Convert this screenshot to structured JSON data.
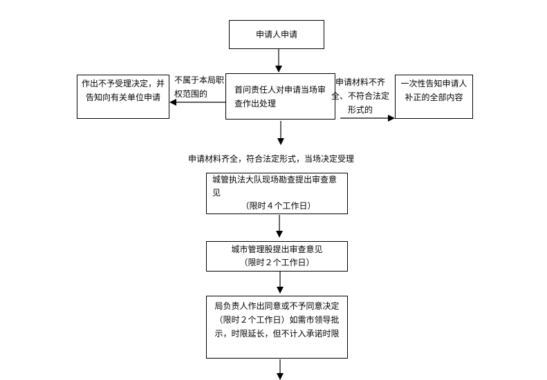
{
  "nodes": {
    "apply": "申请人申请",
    "first_desk": "首问责任人对申请当场审查作出处理",
    "reject": "作出不予受理决定，并告知向有关单位申请",
    "notify": "一次性告知申请人补正的全部内容",
    "survey_line1": "城管执法大队现场勘查提出审查意见",
    "survey_line2": "（限时４个工作日）",
    "section_line1": "城市管理股提出审查意见",
    "section_line2": "（限时２个工作日）",
    "decision": "局负责人作出同意或不予同意决定（限时２个工作日）如需市领导批示，时限延长，但不计入承诺时限"
  },
  "labels": {
    "out_of_scope": "不属于本局职权范围的",
    "incomplete": "申请材料不齐全、不符合法定形式的",
    "accepted": "申请材料齐全，符合法定形式，当场决定受理"
  }
}
